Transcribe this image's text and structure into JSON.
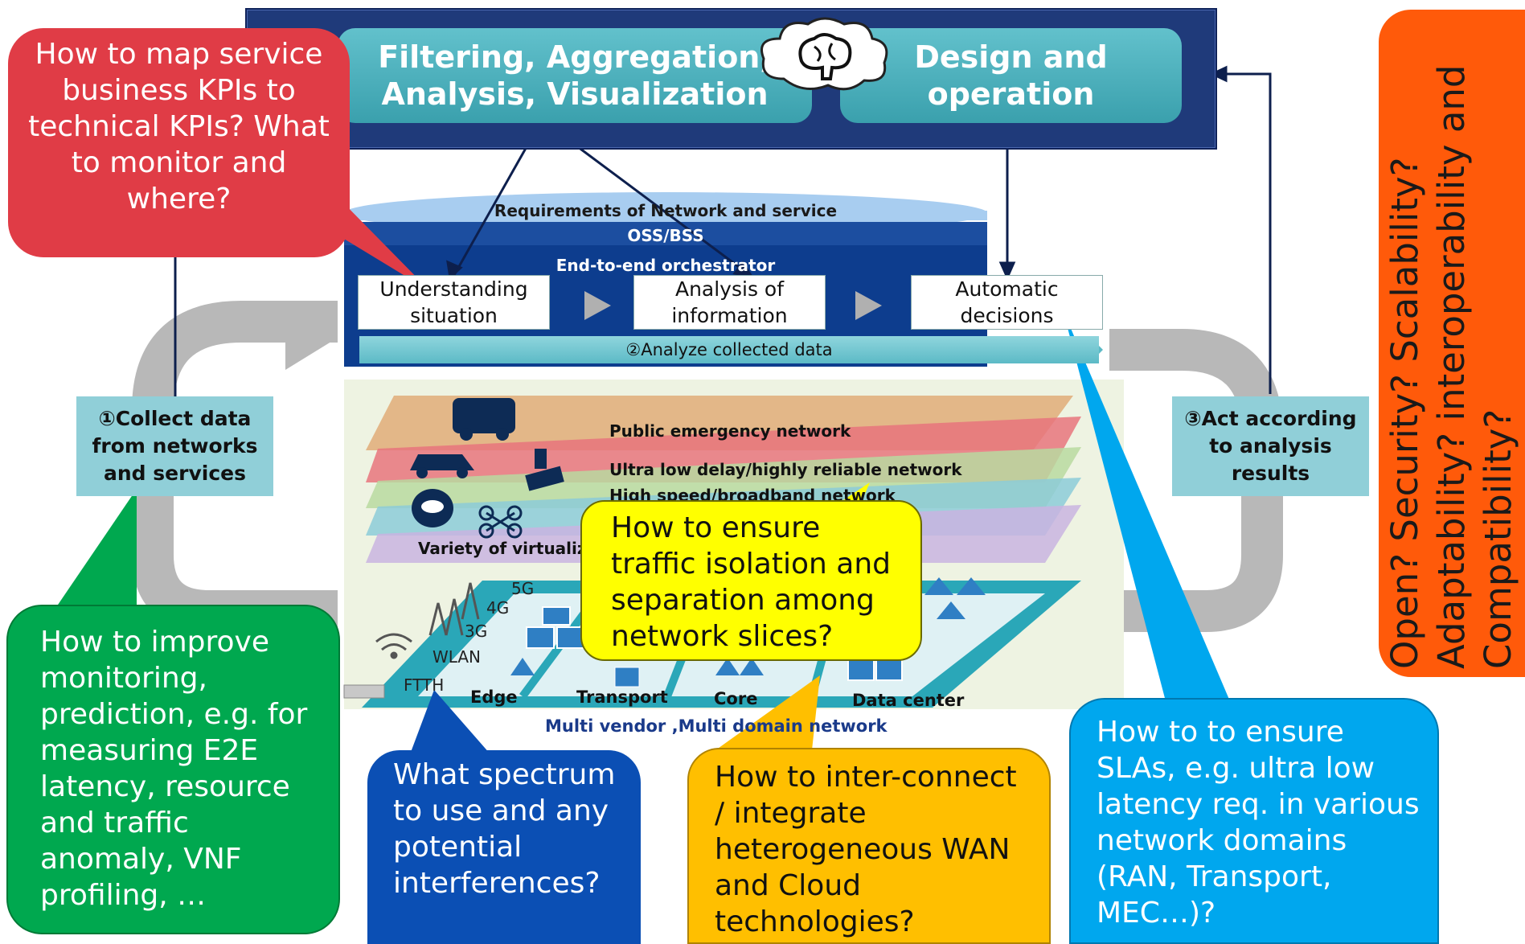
{
  "top_banner": {
    "left_pill": "Filtering, Aggregation, Analysis, Visualization",
    "right_pill": "Design and operation",
    "brain_icon": "brain-in-cloud-icon"
  },
  "oss": {
    "requirements": "Requirements of Network and service",
    "oss_bss": "OSS/BSS",
    "orchestrator": "End-to-end orchestrator",
    "step1": "Understanding situation",
    "step2": "Analysis of information",
    "step3": "Automatic decisions",
    "analyze_bar": "②Analyze collected data"
  },
  "side": {
    "collect": "①Collect data from networks and services",
    "act": "③Act according to analysis results"
  },
  "slices": {
    "public_emergency": "Public emergency network",
    "ultra_low_delay": "Ultra low delay/highly reliable network",
    "high_speed": "High speed/broadband network",
    "variety": "Variety of virtualized networks"
  },
  "infra": {
    "edge": "Edge",
    "transport": "Transport",
    "core": "Core",
    "data_center": "Data center",
    "g5": "5G",
    "g4": "4G",
    "g3": "3G",
    "wlan": "WLAN",
    "ftth": "FTTH",
    "multi_vendor": "Multi vendor ,Multi domain network"
  },
  "callouts": {
    "red": "How to map service business KPIs to technical KPIs? What to monitor and where?",
    "green": "How to improve monitoring, prediction, e.g. for measuring E2E latency, resource and traffic anomaly, VNF profiling, …",
    "blue": "What spectrum to use and any potential interferences?",
    "orange": "How to inter-connect / integrate heterogeneous WAN and Cloud technologies?",
    "yellow": "How to ensure traffic isolation and separation among network slices?",
    "cyan": "How to to ensure SLAs, e.g. ultra low latency req. in various network domains (RAN, Transport, MEC…)?",
    "vertical": "Open?  Security?  Scalability? Adaptability? interoperability and Compatibility?"
  },
  "colors": {
    "banner": "#1f3a7a",
    "pill": "#4fb3bf",
    "red": "#e03c46",
    "green": "#00a84f",
    "blue": "#0b4fb4",
    "orange": "#ffbf00",
    "yellow": "#ffff00",
    "cyan": "#00a7ee",
    "vertical": "#ff5a0a"
  }
}
